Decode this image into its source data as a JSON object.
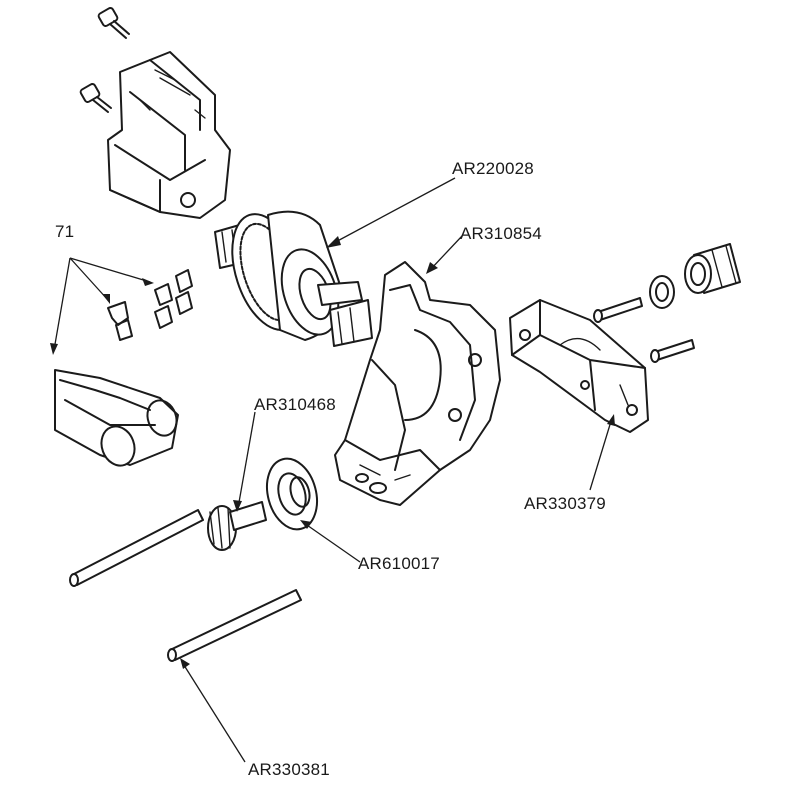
{
  "labels": {
    "ar220028": "AR220028",
    "ar310854": "AR310854",
    "partial_71": "71",
    "ar310468": "AR310468",
    "ar330379": "AR330379",
    "ar610017": "AR610017",
    "ar330381": "AR330381"
  }
}
